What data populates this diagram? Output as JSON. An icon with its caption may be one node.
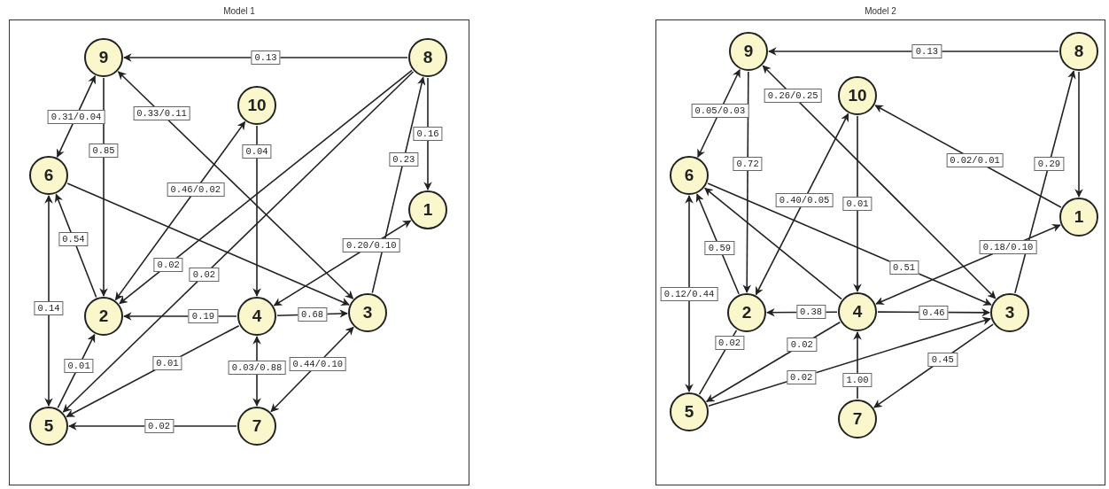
{
  "diagram": {
    "nodes": [
      {
        "text": [
          "Model 1"
        ]
      },
      {
        "text": [
          "9"
        ],
        "in": 0
      },
      {
        "text": [
          "8"
        ],
        "in": 0
      },
      {
        "text": [
          "10"
        ],
        "in": 0
      },
      {
        "text": [
          "6"
        ],
        "in": 0
      },
      {
        "text": [
          "1"
        ],
        "in": 0
      },
      {
        "text": [
          "2"
        ],
        "in": 0
      },
      {
        "text": [
          "4"
        ],
        "in": 0
      },
      {
        "text": [
          "3"
        ],
        "in": 0
      },
      {
        "text": [
          "5"
        ],
        "in": 0
      },
      {
        "text": [
          "7"
        ],
        "in": 0
      },
      {
        "text": [
          "Model 2"
        ]
      },
      {
        "text": [
          "9"
        ],
        "in": 11
      },
      {
        "text": [
          "8"
        ],
        "in": 11
      },
      {
        "text": [
          "10"
        ],
        "in": 11
      },
      {
        "text": [
          "6"
        ],
        "in": 11
      },
      {
        "text": [
          "1"
        ],
        "in": 11
      },
      {
        "text": [
          "2"
        ],
        "in": 11
      },
      {
        "text": [
          "4"
        ],
        "in": 11
      },
      {
        "text": [
          "3"
        ],
        "in": 11
      },
      {
        "text": [
          "5"
        ],
        "in": 11
      },
      {
        "text": [
          "7"
        ],
        "in": 11
      }
    ],
    "edges": [
      {
        "from": 2,
        "to": 1,
        "arrow": "to",
        "label": "0.13"
      },
      {
        "from": 4,
        "to": 1,
        "arrow": "both",
        "label": "0.31/0.04"
      },
      {
        "from": 1,
        "to": 6,
        "arrow": "to",
        "label": "0.85"
      },
      {
        "from": 1,
        "to": 8,
        "arrow": "both",
        "label": "0.33/0.11"
      },
      {
        "from": 6,
        "to": 3,
        "arrow": "both",
        "label": "0.46/0.02"
      },
      {
        "from": 3,
        "to": 7,
        "arrow": "to",
        "label": "0.04"
      },
      {
        "from": 2,
        "to": 6,
        "arrow": "to",
        "label": "0.02"
      },
      {
        "from": 2,
        "to": 9,
        "arrow": "to",
        "label": "0.02"
      },
      {
        "from": 2,
        "to": 5,
        "arrow": "to",
        "label": "0.16"
      },
      {
        "from": 8,
        "to": 2,
        "arrow": "to",
        "label": "0.23"
      },
      {
        "from": 7,
        "to": 5,
        "arrow": "both",
        "label": "0.20/0.10"
      },
      {
        "from": 6,
        "to": 4,
        "arrow": "to",
        "label": "0.54"
      },
      {
        "from": 4,
        "to": 8,
        "arrow": "to"
      },
      {
        "from": 9,
        "to": 4,
        "arrow": "both",
        "label": "0.14"
      },
      {
        "from": 7,
        "to": 6,
        "arrow": "to",
        "label": "0.19"
      },
      {
        "from": 7,
        "to": 8,
        "arrow": "to",
        "label": "0.68"
      },
      {
        "from": 9,
        "to": 6,
        "arrow": "to",
        "label": "0.01"
      },
      {
        "from": 7,
        "to": 9,
        "arrow": "to",
        "label": "0.01"
      },
      {
        "from": 7,
        "to": 10,
        "arrow": "both",
        "label": "0.03/0.88"
      },
      {
        "from": 8,
        "to": 10,
        "arrow": "both",
        "label": "0.44/0.10"
      },
      {
        "from": 10,
        "to": 9,
        "arrow": "to",
        "label": "0.02"
      },
      {
        "from": 13,
        "to": 12,
        "arrow": "to",
        "label": "0.13"
      },
      {
        "from": 12,
        "to": 15,
        "arrow": "both",
        "label": "0.05/0.03"
      },
      {
        "from": 12,
        "to": 17,
        "arrow": "to",
        "label": "0.72"
      },
      {
        "from": 12,
        "to": 19,
        "arrow": "both",
        "label": "0.26/0.25"
      },
      {
        "from": 17,
        "to": 14,
        "arrow": "both",
        "label": "0.40/0.05"
      },
      {
        "from": 16,
        "to": 14,
        "arrow": "to",
        "label": "0.02/0.01"
      },
      {
        "from": 14,
        "to": 18,
        "arrow": "to",
        "label": "0.01"
      },
      {
        "from": 13,
        "to": 16,
        "arrow": "to"
      },
      {
        "from": 19,
        "to": 13,
        "arrow": "to",
        "label": "0.29"
      },
      {
        "from": 18,
        "to": 16,
        "arrow": "both",
        "label": "0.18/0.10"
      },
      {
        "from": 17,
        "to": 15,
        "arrow": "to",
        "label": "0.59"
      },
      {
        "from": 18,
        "to": 15,
        "arrow": "to"
      },
      {
        "from": 15,
        "to": 19,
        "arrow": "to",
        "label": "0.51"
      },
      {
        "from": 15,
        "to": 20,
        "arrow": "both",
        "label": "0.12/0.44"
      },
      {
        "from": 18,
        "to": 17,
        "arrow": "to",
        "label": "0.38"
      },
      {
        "from": 18,
        "to": 19,
        "arrow": "to",
        "label": "0.46"
      },
      {
        "from": 17,
        "to": 20,
        "arrow": "none",
        "label": "0.02"
      },
      {
        "from": 18,
        "to": 20,
        "arrow": "to",
        "label": "0.02"
      },
      {
        "from": 20,
        "to": 19,
        "arrow": "to",
        "label": "0.02"
      },
      {
        "from": 21,
        "to": 18,
        "arrow": "to",
        "label": "1.00"
      },
      {
        "from": 19,
        "to": 21,
        "arrow": "to",
        "label": "0.45"
      }
    ]
  }
}
